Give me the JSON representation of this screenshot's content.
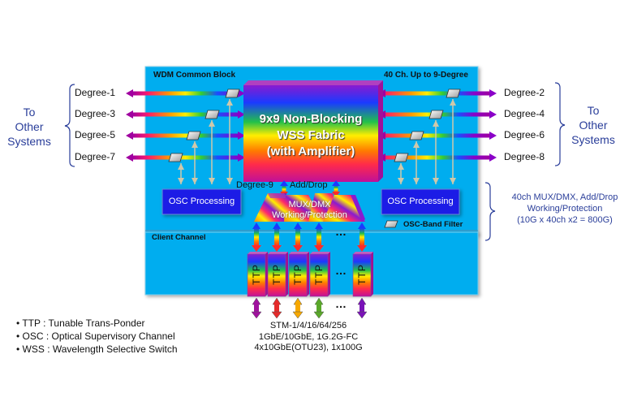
{
  "block": {
    "title": "WDM Common Block",
    "subtitle": "40 Ch. Up to 9-Degree",
    "client_label": "Client Channel"
  },
  "left_degrees": [
    "Degree-1",
    "Degree-3",
    "Degree-5",
    "Degree-7"
  ],
  "right_degrees": [
    "Degree-2",
    "Degree-4",
    "Degree-6",
    "Degree-8"
  ],
  "left_group_label": [
    "To",
    "Other",
    "Systems"
  ],
  "right_group_label": [
    "To",
    "Other",
    "Systems"
  ],
  "wss": {
    "lines": [
      "9x9 Non-Blocking",
      "WSS Fabric",
      "(with Amplifier)"
    ]
  },
  "osc_left": "OSC Processing",
  "osc_right": "OSC Processing",
  "degree9_label": "Degree-9",
  "add_drop_label": "Add/Drop",
  "mux": {
    "lines": [
      "MUX/DMX",
      "Working/Protection"
    ]
  },
  "filter_legend": "OSC-Band Filter",
  "mux_annotation": [
    "40ch MUX/DMX, Add/Drop",
    "Working/Protection",
    "(10G x 40ch x2 = 800G)"
  ],
  "ttp_label": "TTP",
  "ellipsis": "…",
  "glossary": [
    "• TTP : Tunable Trans-Ponder",
    "• OSC : Optical Supervisory Channel",
    "• WSS : Wavelength Selective Switch"
  ],
  "client_services": [
    "STM-1/4/16/64/256",
    "1GbE/10GbE, 1G.2G-FC",
    "4x10GbE(OTU23), 1x100G"
  ],
  "client_arrow_colors": [
    "#a0129e",
    "#e52b2b",
    "#f7a800",
    "#5aa82a",
    "#7a12b8"
  ],
  "colors": {
    "block_bg": "#00adef",
    "osc_bg": "#1a1ae6",
    "group_label": "#2a3e9a"
  }
}
